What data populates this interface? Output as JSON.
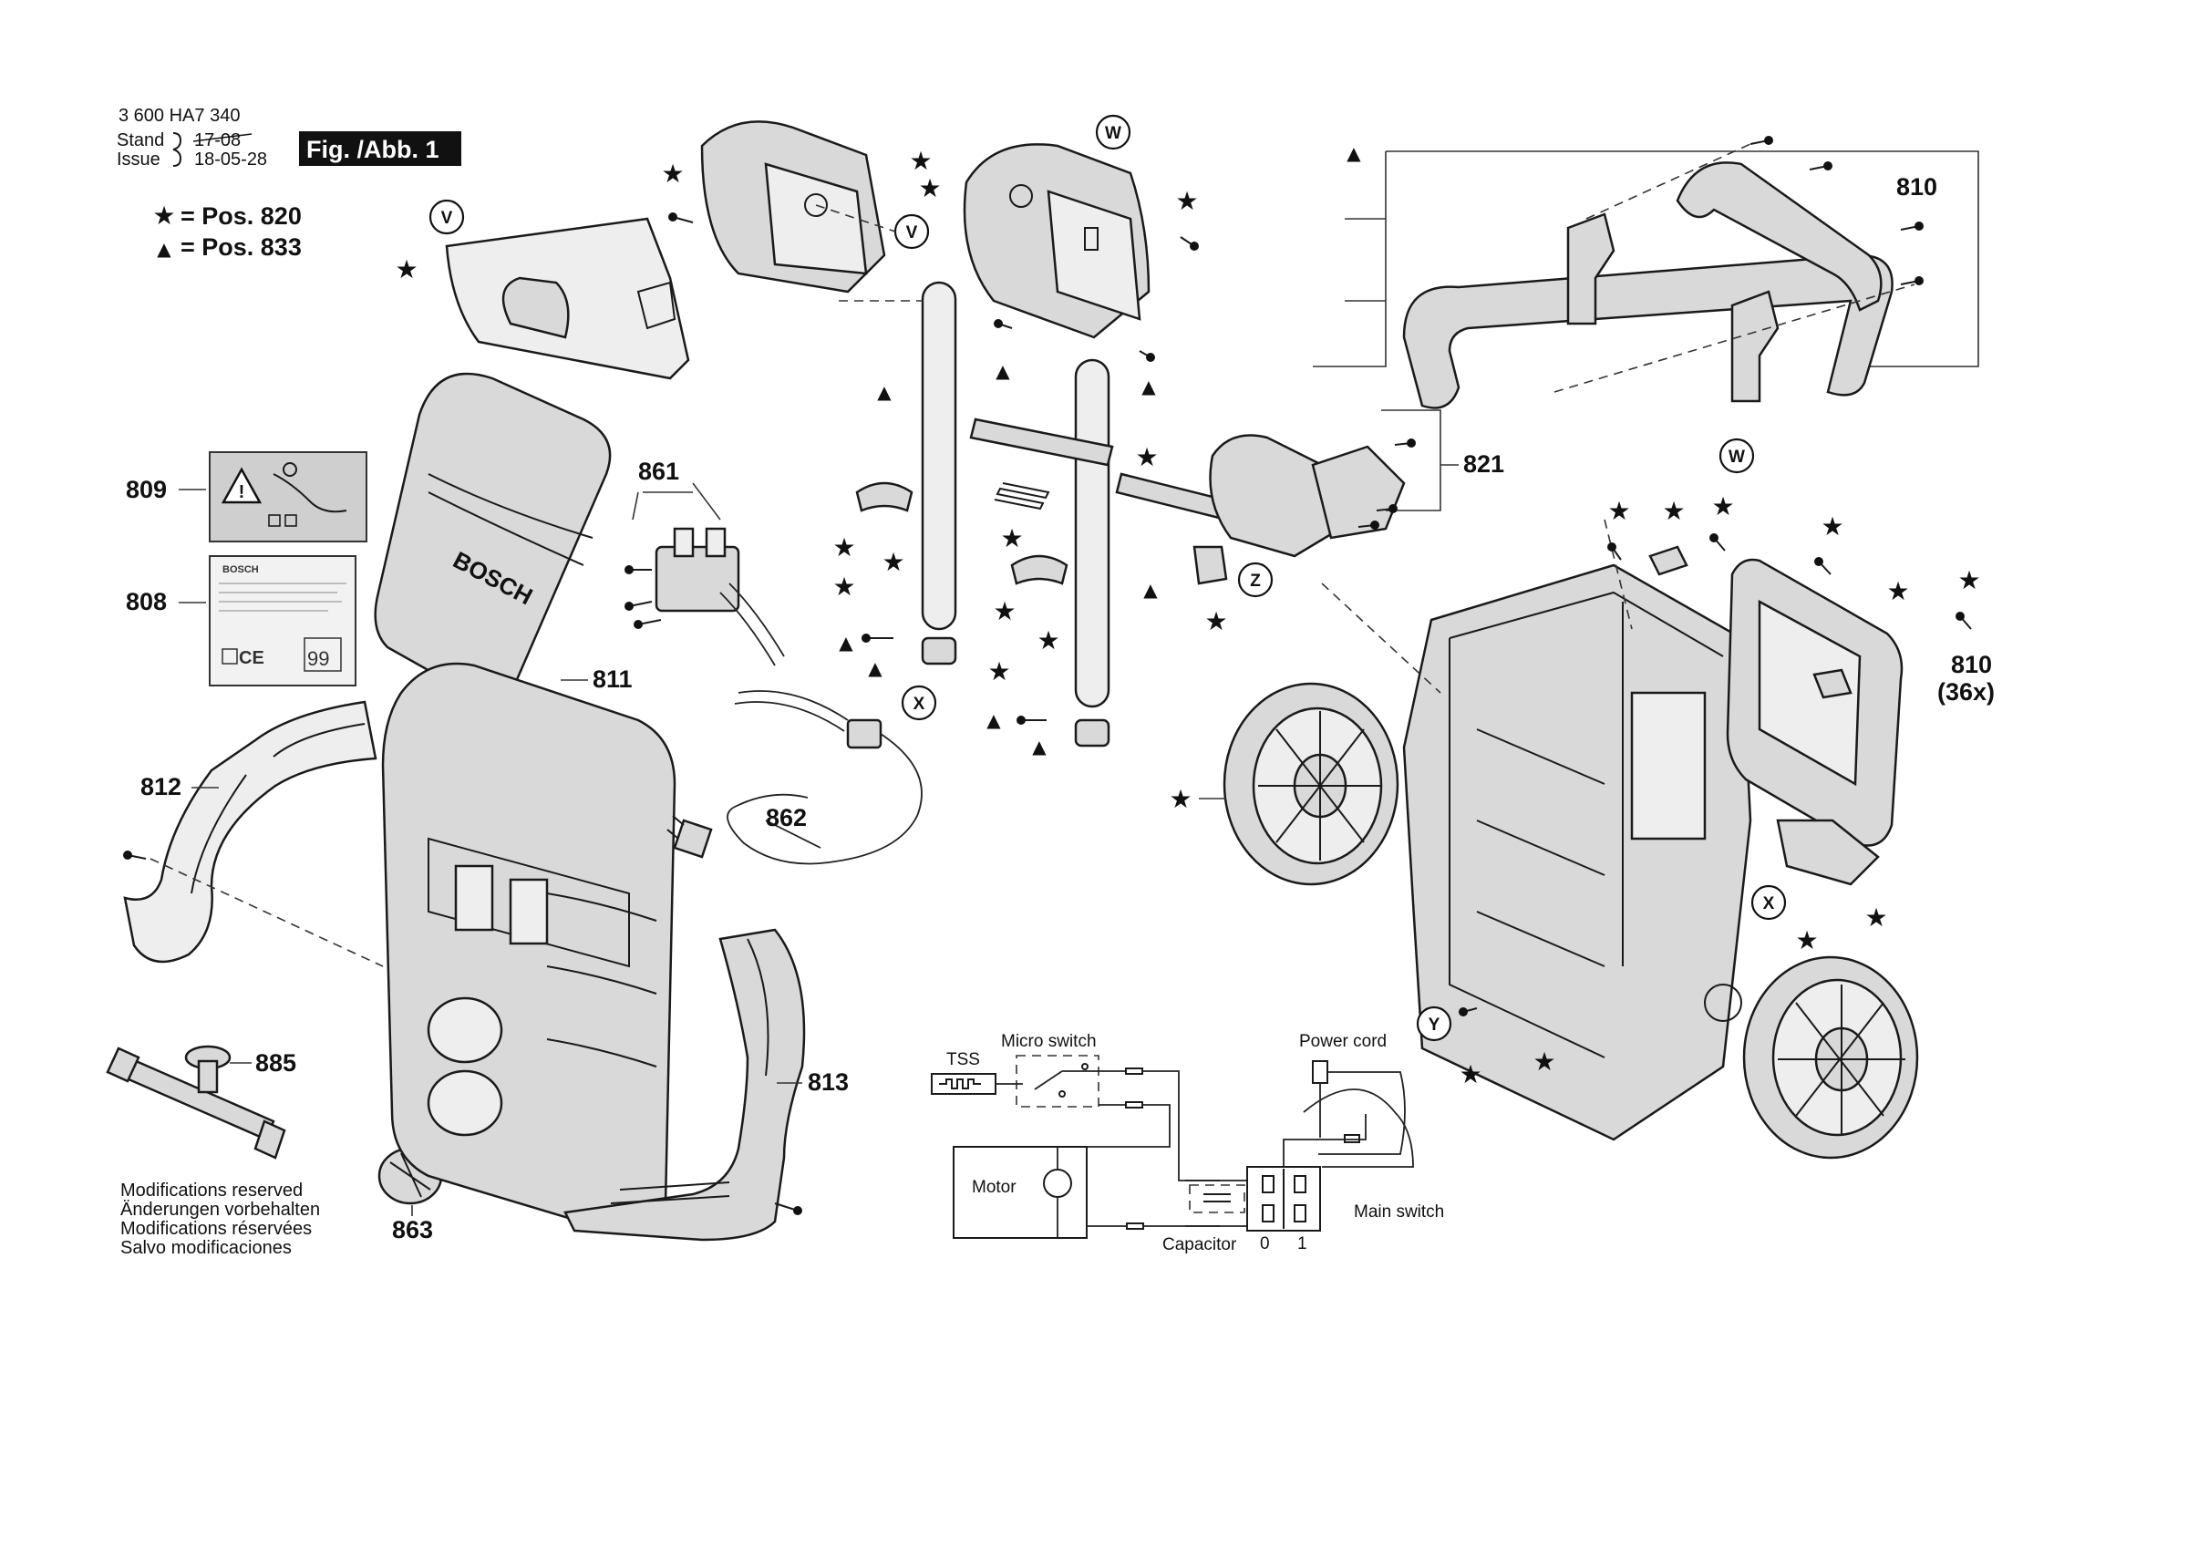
{
  "header": {
    "doc_number": "3 600 HA7 340",
    "stand_label": "Stand",
    "issue_label": "Issue",
    "old_date": "17-08",
    "new_date": "18-05-28",
    "figure_label": "Fig. /Abb. 1"
  },
  "legend": {
    "star_glyph": "★",
    "star_text": "= Pos. 820",
    "triangle_glyph": "▲",
    "triangle_text": "= Pos. 833"
  },
  "parts": {
    "p808": "808",
    "p809": "809",
    "p810": "810",
    "p810b": "810",
    "p810b_qty": "(36x)",
    "p811": "811",
    "p812": "812",
    "p813": "813",
    "p821": "821",
    "p861": "861",
    "p862": "862",
    "p863": "863",
    "p885": "885"
  },
  "markers": {
    "V": "V",
    "W": "W",
    "X": "X",
    "Y": "Y",
    "Z": "Z"
  },
  "label_sheet": {
    "brand": "BOSCH",
    "marks": "CE",
    "sound_level": "99"
  },
  "housing": {
    "brand": "BOSCH"
  },
  "schematic": {
    "tss": "TSS",
    "micro_switch": "Micro switch",
    "power_cord": "Power cord",
    "motor": "Motor",
    "capacitor": "Capacitor",
    "main_switch": "Main switch",
    "pos_0": "0",
    "pos_1": "1"
  },
  "notes": {
    "en": "Modifications reserved",
    "de": "Änderungen vorbehalten",
    "fr": "Modifications réservées",
    "es": "Salvo modificaciones"
  },
  "icons": [
    "star-icon",
    "triangle-icon",
    "warning-icon",
    "screw-icon",
    "plug-icon"
  ]
}
